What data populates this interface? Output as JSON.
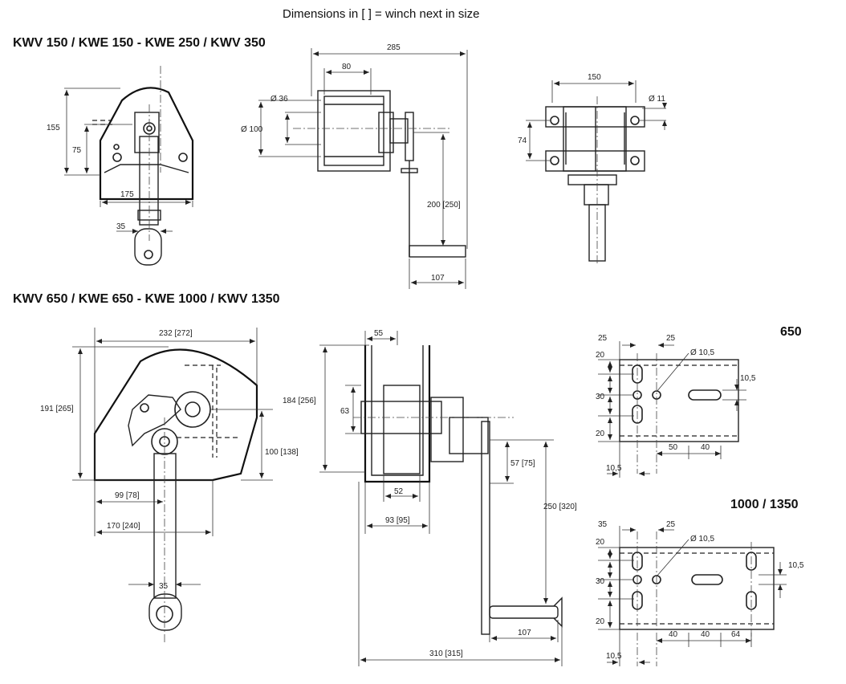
{
  "header": {
    "note": "Dimensions in [ ] = winch next in size"
  },
  "section1": {
    "title": "KWV 150 / KWE 150 - KWE 250 / KWV 350",
    "side": {
      "d_155": "155",
      "d_75": "75",
      "d_175": "175",
      "d_35": "35"
    },
    "front": {
      "d_285": "285",
      "d_80": "80",
      "d_36": "Ø 36",
      "d_100": "Ø 100",
      "d_200": "200 [250]",
      "d_107": "107"
    },
    "top": {
      "d_150": "150",
      "d_11": "Ø 11",
      "d_74": "74"
    }
  },
  "section2": {
    "title": "KWV 650 / KWE 650 - KWE 1000 / KWV 1350",
    "side": {
      "d_232": "232 [272]",
      "d_191": "191 [265]",
      "d_100": "100 [138]",
      "d_99": "99 [78]",
      "d_170": "170 [240]",
      "d_35": "35"
    },
    "front": {
      "d_55": "55",
      "d_184": "184 [256]",
      "d_63": "63",
      "d_52": "52",
      "d_93": "93 [95]",
      "d_57": "57 [75]",
      "d_250": "250 [320]",
      "d_107": "107",
      "d_310": "310 [315]"
    },
    "plate650": {
      "label": "650",
      "d25a": "25",
      "d25b": "25",
      "d20a": "20",
      "d30": "30",
      "d20b": "20",
      "hole": "Ø 10,5",
      "d10_5": "10,5",
      "d50": "50",
      "d40": "40",
      "d10_5b": "10,5"
    },
    "plate1000": {
      "label": "1000 / 1350",
      "d35": "35",
      "d25": "25",
      "d20a": "20",
      "d30": "30",
      "d20b": "20",
      "hole": "Ø 10,5",
      "d10_5": "10,5",
      "d40a": "40",
      "d40b": "40",
      "d64": "64",
      "d10_5b": "10,5"
    }
  }
}
